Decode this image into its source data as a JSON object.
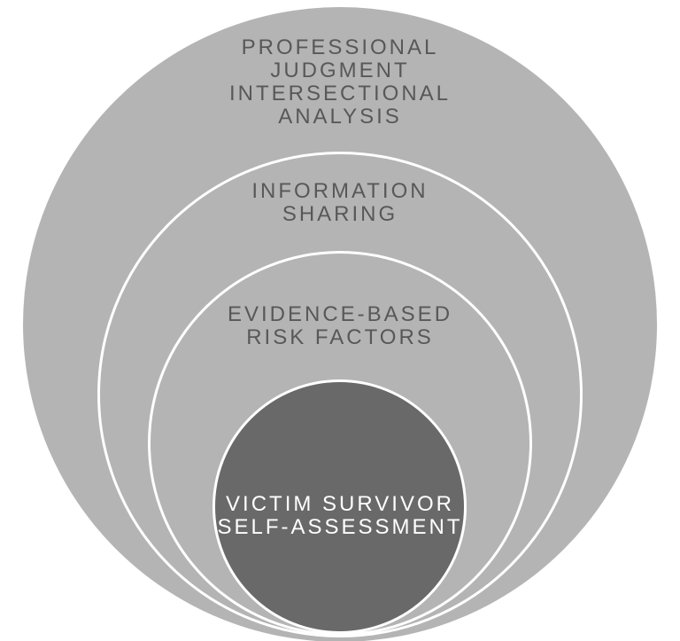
{
  "diagram": {
    "type": "nested-circles",
    "description_visible_text_only": true,
    "colors": {
      "background": "#ffffff",
      "outer_ring_fill": "#b4b4b4",
      "inner_circle_fill": "#696969",
      "ring_stroke": "#ffffff",
      "label_color": "#58585a",
      "inner_label_color": "#ffffff"
    },
    "rings": [
      {
        "id": "professional-judgment-intersectional-analysis",
        "label": "PROFESSIONAL\nJUDGMENT\nINTERSECTIONAL\nANALYSIS",
        "fill": "#b4b4b4",
        "text_color": "#58585a",
        "level": 1
      },
      {
        "id": "information-sharing",
        "label": "INFORMATION\nSHARING",
        "fill": "#b4b4b4",
        "text_color": "#58585a",
        "level": 2
      },
      {
        "id": "evidence-based-risk-factors",
        "label": "EVIDENCE-BASED\nRISK FACTORS",
        "fill": "#b4b4b4",
        "text_color": "#58585a",
        "level": 3
      },
      {
        "id": "victim-survivor-self-assessment",
        "label": "VICTIM SURVIVOR\nSELF-ASSESSMENT",
        "fill": "#696969",
        "text_color": "#ffffff",
        "level": 4
      }
    ]
  }
}
